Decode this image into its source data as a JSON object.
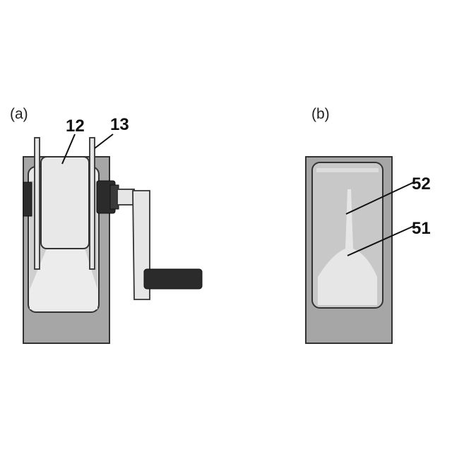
{
  "panels": {
    "a": {
      "label": "(a)"
    },
    "b": {
      "label": "(b)"
    }
  },
  "callouts": {
    "a1": "12",
    "a2": "13",
    "b1": "52",
    "b2": "51"
  },
  "colors": {
    "housing": "#a6a6a6",
    "outline": "#333333",
    "chamber": "#e8e8e8",
    "chamber_shade": "#c8c8c8",
    "frame": "#e6e6e6",
    "knob": "#2b2b2b"
  }
}
